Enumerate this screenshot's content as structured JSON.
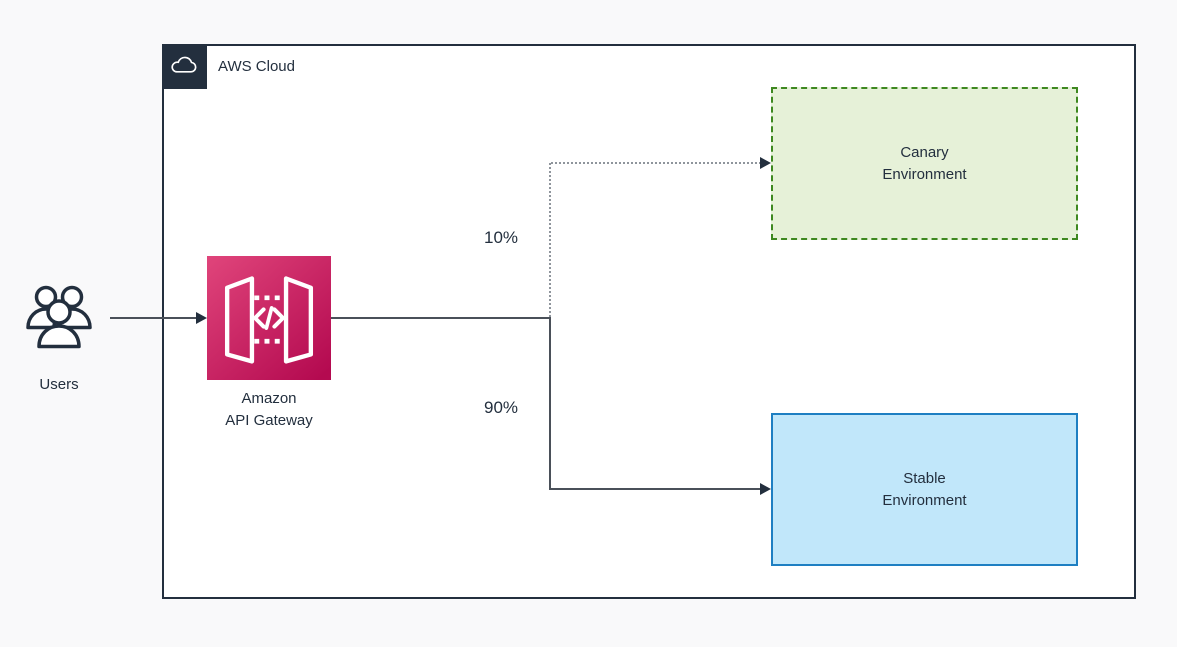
{
  "diagram": {
    "aws_cloud": {
      "label": "AWS Cloud"
    },
    "users": {
      "label": "Users"
    },
    "api_gateway": {
      "label_line1": "Amazon",
      "label_line2": "API Gateway"
    },
    "canary": {
      "label_line1": "Canary",
      "label_line2": "Environment",
      "traffic": "10%"
    },
    "stable": {
      "label_line1": "Stable",
      "label_line2": "Environment",
      "traffic": "90%"
    }
  },
  "icons": {
    "aws-cloud-icon": "white cloud outline on dark navy square",
    "users-icon": "three people outline",
    "api-gateway-icon": "open gateway panels with </> code glyph and dotted lines"
  },
  "theme": {
    "navy": "#232f3e",
    "background": "#f9f9fa",
    "box-bg": "#ffffff",
    "line": "#4a5059",
    "dotted-line": "#8f959c",
    "canary-fill": "#e6f1d8",
    "canary-border": "#3e8820",
    "stable-fill": "#c1e7fa",
    "stable-border": "#1e7fc2",
    "gateway-grad-start": "#e0457b",
    "gateway-grad-end": "#b40a50"
  }
}
